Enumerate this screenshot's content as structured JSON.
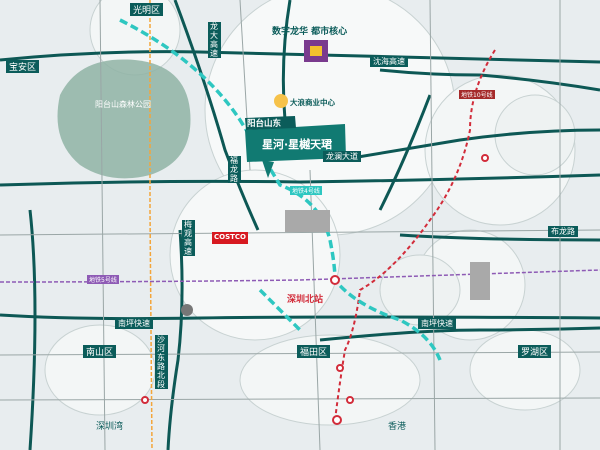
{
  "slogan": "数字龙华 都市核心",
  "project": {
    "tag": "阳台山东",
    "title": "星河·星樾天珺"
  },
  "areas": [
    "光明区",
    "宝安区",
    "福田区",
    "南山区",
    "罗湖区",
    "香港",
    "深圳湾"
  ],
  "roads": [
    "龙大高速",
    "沈海高速",
    "龙澜大道",
    "布龙路",
    "南坪快速",
    "南坪快速",
    "福龙路",
    "梅观高速",
    "沙河东路北段"
  ],
  "pois": [
    "大浪商业中心",
    "阳台山森林公园",
    "COSTCO"
  ],
  "stations": [
    "深圳北站"
  ],
  "metro": [
    "地铁4号线",
    "地铁5号线",
    "地铁10号线"
  ]
}
